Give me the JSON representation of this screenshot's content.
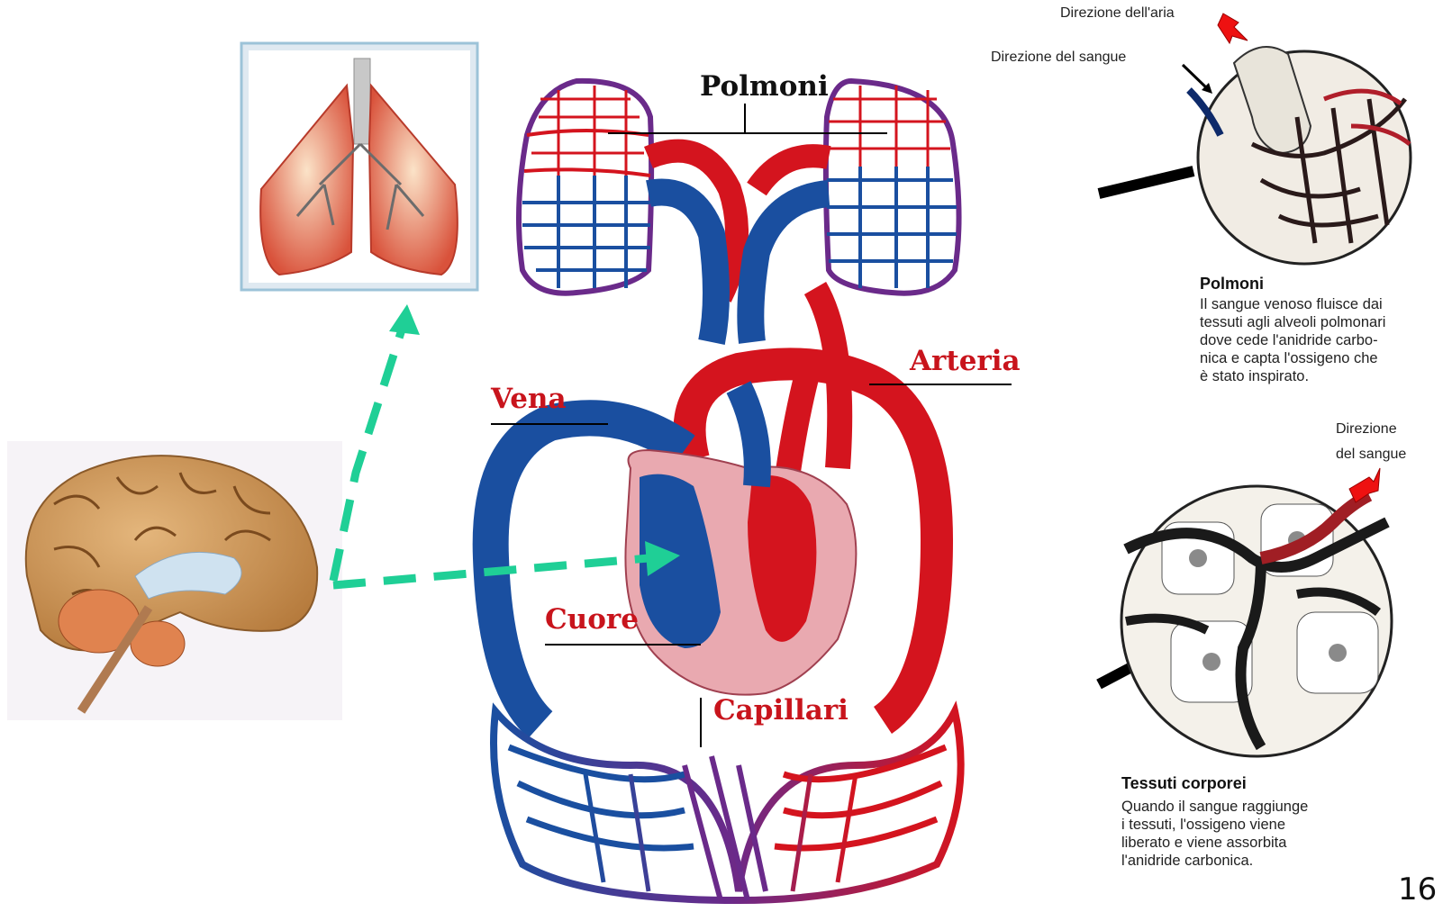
{
  "diagram": {
    "labels": {
      "polmoni": "Polmoni",
      "arteria": "Arteria",
      "vena": "Vena",
      "cuore": "Cuore",
      "capillari": "Capillari"
    },
    "lung_inset": {
      "direction_air": "Direzione dell'aria",
      "direction_blood": "Direzione del sangue",
      "title": "Polmoni",
      "text": [
        "Il sangue venoso fluisce dai",
        "tessuti agli alveoli polmonari",
        "dove cede l'anidride carbo-",
        "nica e capta l'ossigeno che",
        "è stato inspirato."
      ]
    },
    "tissue_inset": {
      "direction_blood_1": "Direzione",
      "direction_blood_2": "del sangue",
      "title": "Tessuti corporei",
      "text": [
        "Quando il sangue raggiunge",
        "i tessuti, l'ossigeno viene",
        "liberato e viene assorbita",
        "l'anidride carbonica."
      ]
    },
    "page_number": "16",
    "colors": {
      "artery": "#d4141e",
      "vein": "#1a4fa0",
      "heart": "#e9a9b0",
      "arrow": "#1fcf96",
      "capillary_mix": "#6a2a8a"
    }
  }
}
